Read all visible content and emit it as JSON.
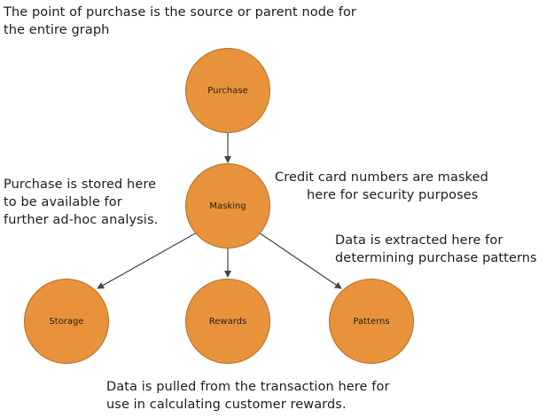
{
  "nodes": {
    "purchase": "Purchase",
    "masking": "Masking",
    "storage": "Storage",
    "rewards": "Rewards",
    "patterns": "Patterns"
  },
  "notes": {
    "source": [
      "The point of purchase is the source or parent node for",
      "the entire graph"
    ],
    "storage": [
      "Purchase is stored here",
      "to be available for",
      "further ad-hoc analysis."
    ],
    "masking": [
      "Credit card numbers are masked",
      "here for  security purposes"
    ],
    "patterns": [
      "Data is extracted here for",
      "determining purchase patterns"
    ],
    "rewards": [
      "Data is pulled from the transaction here for",
      "use in calculating customer rewards."
    ]
  },
  "colors": {
    "node_fill": "#e8933c",
    "node_stroke": "#b46a20",
    "edge": "#444444"
  }
}
